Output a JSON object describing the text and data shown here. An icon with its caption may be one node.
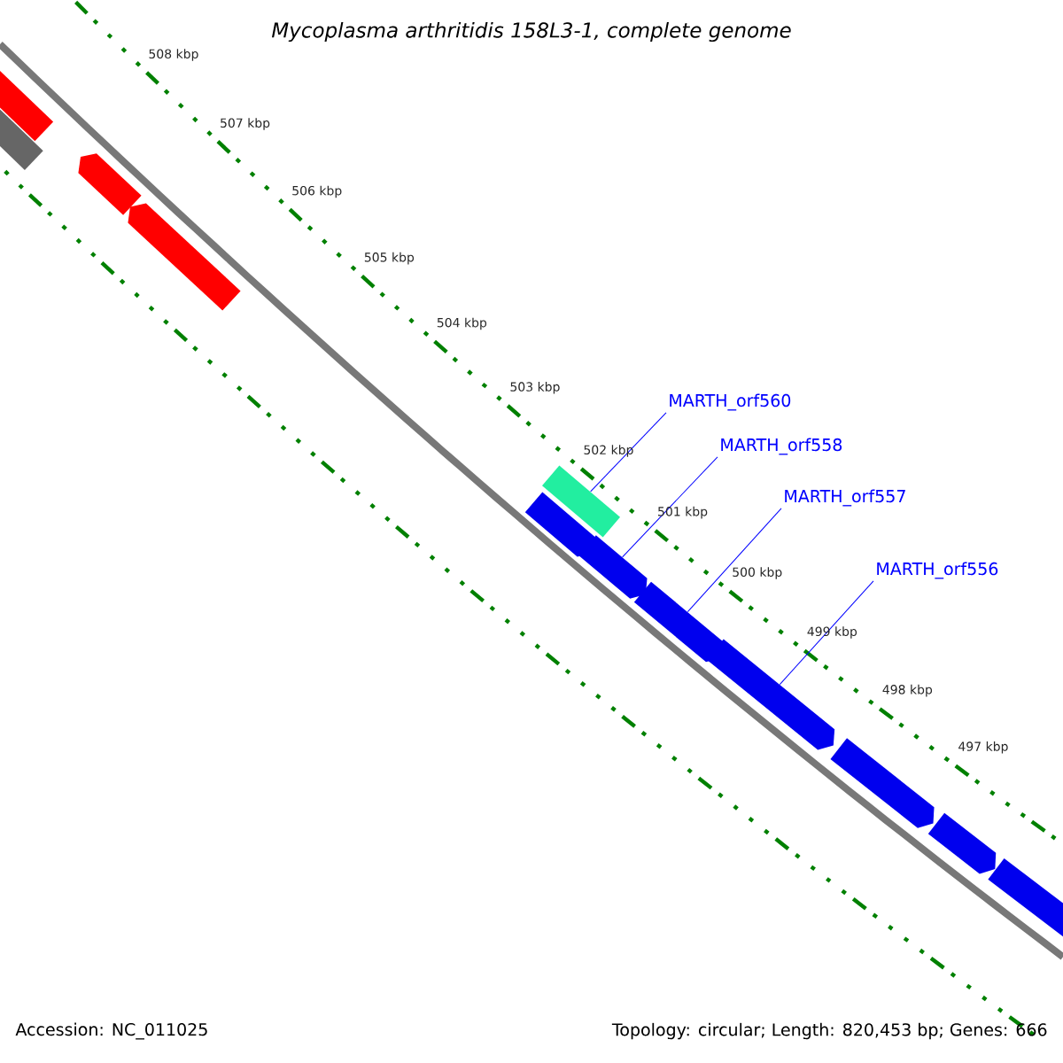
{
  "diagram": {
    "title": "Mycoplasma arthritidis 158L3-1, complete genome",
    "nodes": [
      {
        "text": [
          "MARTH_orf560"
        ]
      },
      {
        "text": [
          "MARTH_orf558"
        ]
      },
      {
        "text": [
          "MARTH_orf557"
        ]
      },
      {
        "text": [
          "MARTH_orf556"
        ]
      },
      {
        "text": [],
        "shape": "arrow"
      },
      {
        "text": [],
        "shape": "box"
      },
      {
        "text": [],
        "shape": "arrow"
      },
      {
        "text": [],
        "shape": "arrow"
      },
      {
        "text": [],
        "shape": "box"
      },
      {
        "text": [],
        "shape": "arrow"
      },
      {
        "text": [],
        "shape": "arrow"
      },
      {
        "text": [],
        "shape": "arrow"
      },
      {
        "text": [],
        "shape": "arrow"
      },
      {
        "text": [],
        "shape": "arrow"
      },
      {
        "text": [],
        "shape": "arrow"
      },
      {
        "text": [],
        "shape": "arrow"
      }
    ],
    "edges": [
      {
        "from": 0,
        "to": 8,
        "arrow": "none"
      },
      {
        "from": 1,
        "to": 10,
        "arrow": "none"
      },
      {
        "from": 2,
        "to": 11,
        "arrow": "none"
      },
      {
        "from": 3,
        "to": 12,
        "arrow": "none"
      }
    ],
    "labels": [
      "508 kbp",
      "507 kbp",
      "506 kbp",
      "505 kbp",
      "504 kbp",
      "503 kbp",
      "502 kbp",
      "501 kbp",
      "500 kbp",
      "499 kbp",
      "498 kbp",
      "497 kbp",
      "Accession: NC_011025",
      "Topology: circular; Length: 820,453 bp; Genes: 666"
    ]
  }
}
